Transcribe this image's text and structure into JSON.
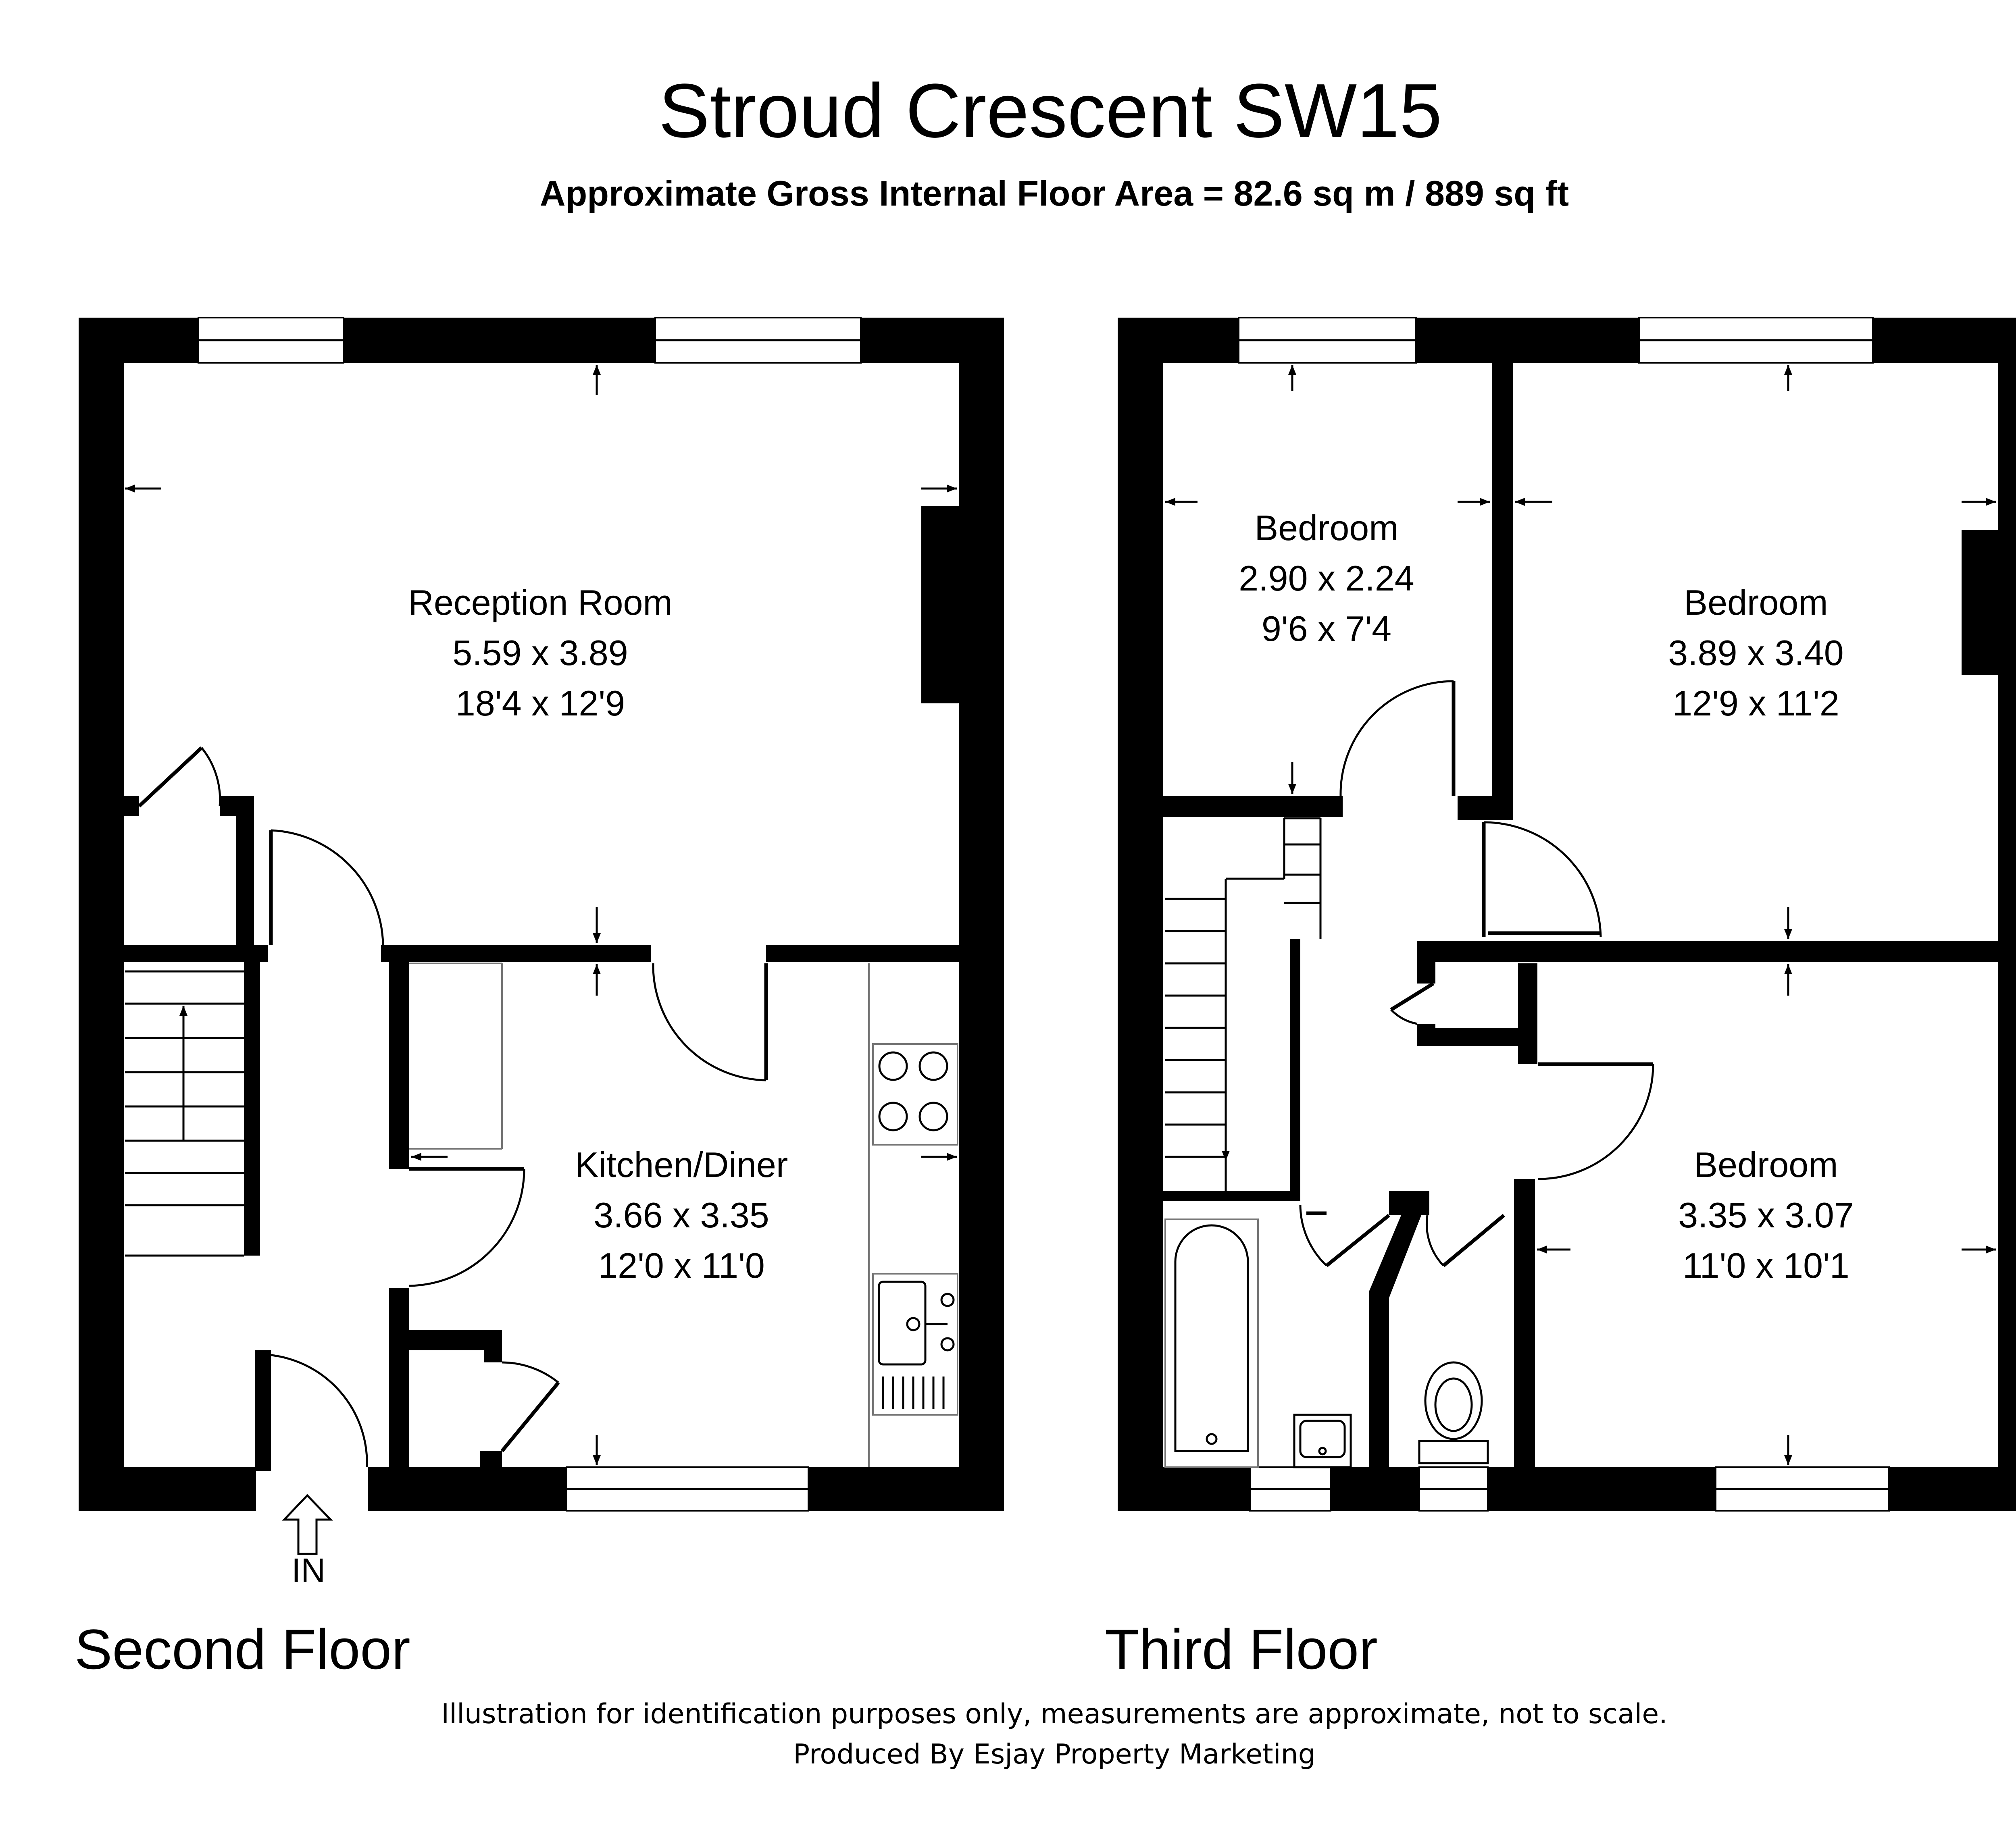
{
  "title": "Stroud Crescent SW15",
  "subtitle": "Approximate Gross Internal Floor Area = 82.6 sq m / 889 sq ft",
  "floors": {
    "second": {
      "label": "Second Floor",
      "entrance": "IN",
      "rooms": {
        "reception": {
          "name": "Reception Room",
          "metric": "5.59 x 3.89",
          "imperial": "18'4 x 12'9"
        },
        "kitchen": {
          "name": "Kitchen/Diner",
          "metric": "3.66 x 3.35",
          "imperial": "12'0 x 11'0"
        }
      }
    },
    "third": {
      "label": "Third Floor",
      "rooms": {
        "bedroom1": {
          "name": "Bedroom",
          "metric": "2.90 x 2.24",
          "imperial": "9'6 x 7'4"
        },
        "bedroom2": {
          "name": "Bedroom",
          "metric": "3.89 x 3.40",
          "imperial": "12'9 x 11'2"
        },
        "bedroom3": {
          "name": "Bedroom",
          "metric": "3.35 x 3.07",
          "imperial": "11'0 x 10'1"
        }
      }
    }
  },
  "footer": {
    "disclaimer": "Illustration for identification purposes only, measurements are approximate, not to scale.",
    "producer": "Produced By Esjay Property Marketing"
  }
}
